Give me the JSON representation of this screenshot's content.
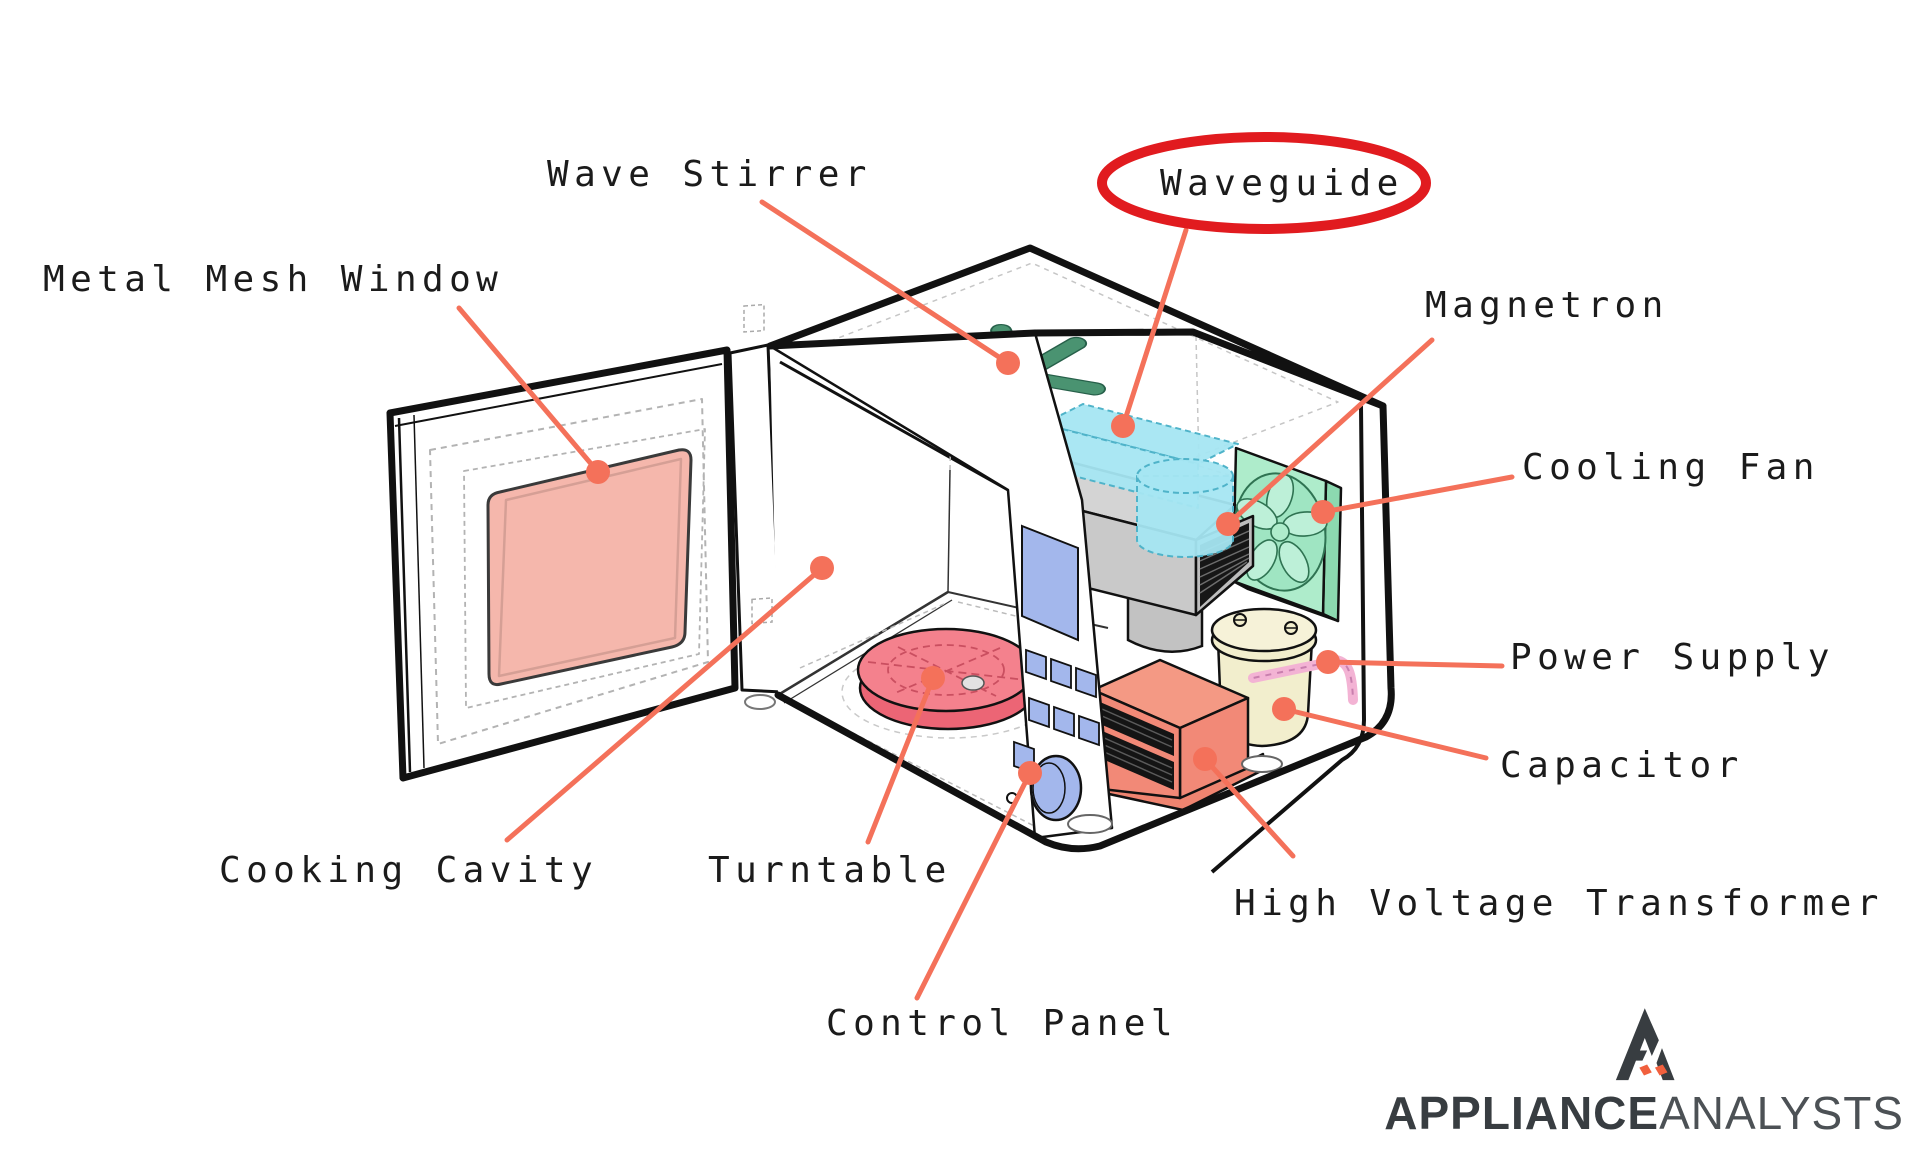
{
  "diagram": {
    "subject": "Microwave oven cutaway diagram",
    "parts": [
      {
        "name": "wave-stirrer",
        "label": "Wave Stirrer",
        "highlighted": false
      },
      {
        "name": "waveguide",
        "label": "Waveguide",
        "highlighted": true
      },
      {
        "name": "metal-mesh-window",
        "label": "Metal Mesh Window",
        "highlighted": false
      },
      {
        "name": "magnetron",
        "label": "Magnetron",
        "highlighted": false
      },
      {
        "name": "cooling-fan",
        "label": "Cooling Fan",
        "highlighted": false
      },
      {
        "name": "power-supply",
        "label": "Power Supply",
        "highlighted": false
      },
      {
        "name": "capacitor",
        "label": "Capacitor",
        "highlighted": false
      },
      {
        "name": "cooking-cavity",
        "label": "Cooking Cavity",
        "highlighted": false
      },
      {
        "name": "turntable",
        "label": "Turntable",
        "highlighted": false
      },
      {
        "name": "high-voltage-transformer",
        "label": "High Voltage Transformer",
        "highlighted": false
      },
      {
        "name": "control-panel",
        "label": "Control Panel",
        "highlighted": false
      }
    ],
    "colors": {
      "leader_line": "#f4715a",
      "highlight_ring": "#e11b1f",
      "outline": "#111111",
      "window_pink": "#f5b7ac",
      "turntable_pink": "#f4737f",
      "stirrer_green": "#4a9371",
      "waveguide_cyan": "#a5e6f2",
      "cooling_fan_mint": "#aeeccb",
      "capacitor_cream": "#f2eecd",
      "transformer_coral": "#f28977",
      "control_panel_blue": "#a3b7ec",
      "magnetron_gray": "#cccccc"
    }
  },
  "logo": {
    "brand_primary": "APPLIANCE",
    "brand_secondary": "ANALYSTS",
    "accent_orange": "#f1603e"
  }
}
